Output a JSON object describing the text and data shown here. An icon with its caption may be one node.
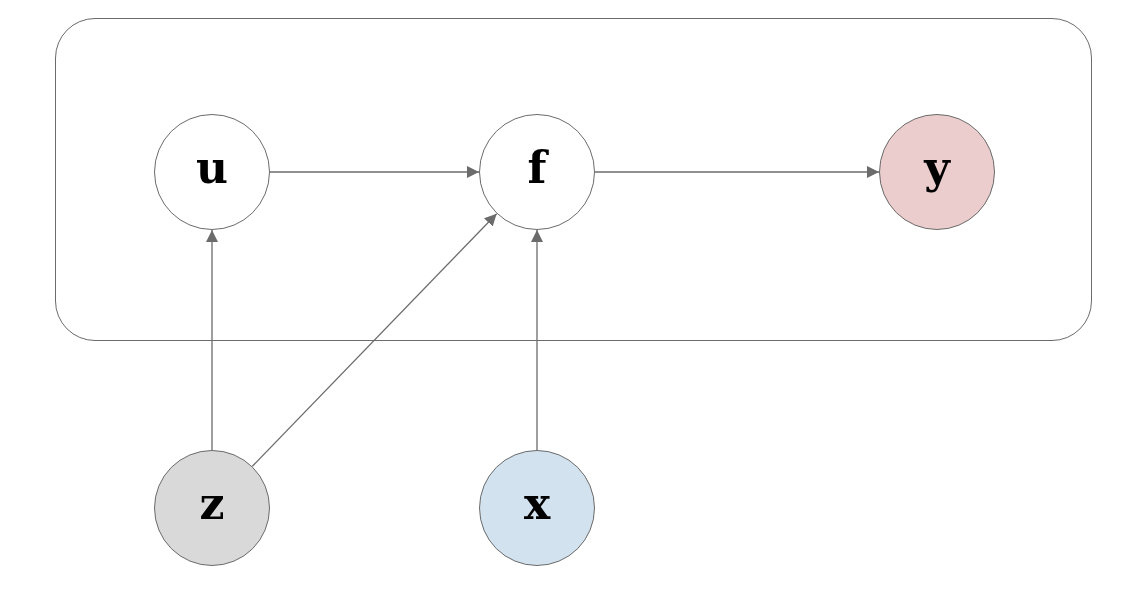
{
  "diagram": {
    "nodes": [
      {
        "text": [],
        "shape": "box"
      },
      {
        "text": [
          "u"
        ],
        "in": 0
      },
      {
        "text": [
          "f"
        ],
        "in": 0
      },
      {
        "text": [
          "y"
        ],
        "in": 0
      },
      {
        "text": [
          "z"
        ]
      },
      {
        "text": [
          "x"
        ]
      }
    ],
    "edges": [
      {
        "from": 1,
        "to": 2,
        "arrow": "to"
      },
      {
        "from": 2,
        "to": 3,
        "arrow": "to"
      },
      {
        "from": 4,
        "to": 1,
        "arrow": "to"
      },
      {
        "from": 4,
        "to": 2,
        "arrow": "to"
      },
      {
        "from": 5,
        "to": 2,
        "arrow": "to"
      }
    ]
  }
}
